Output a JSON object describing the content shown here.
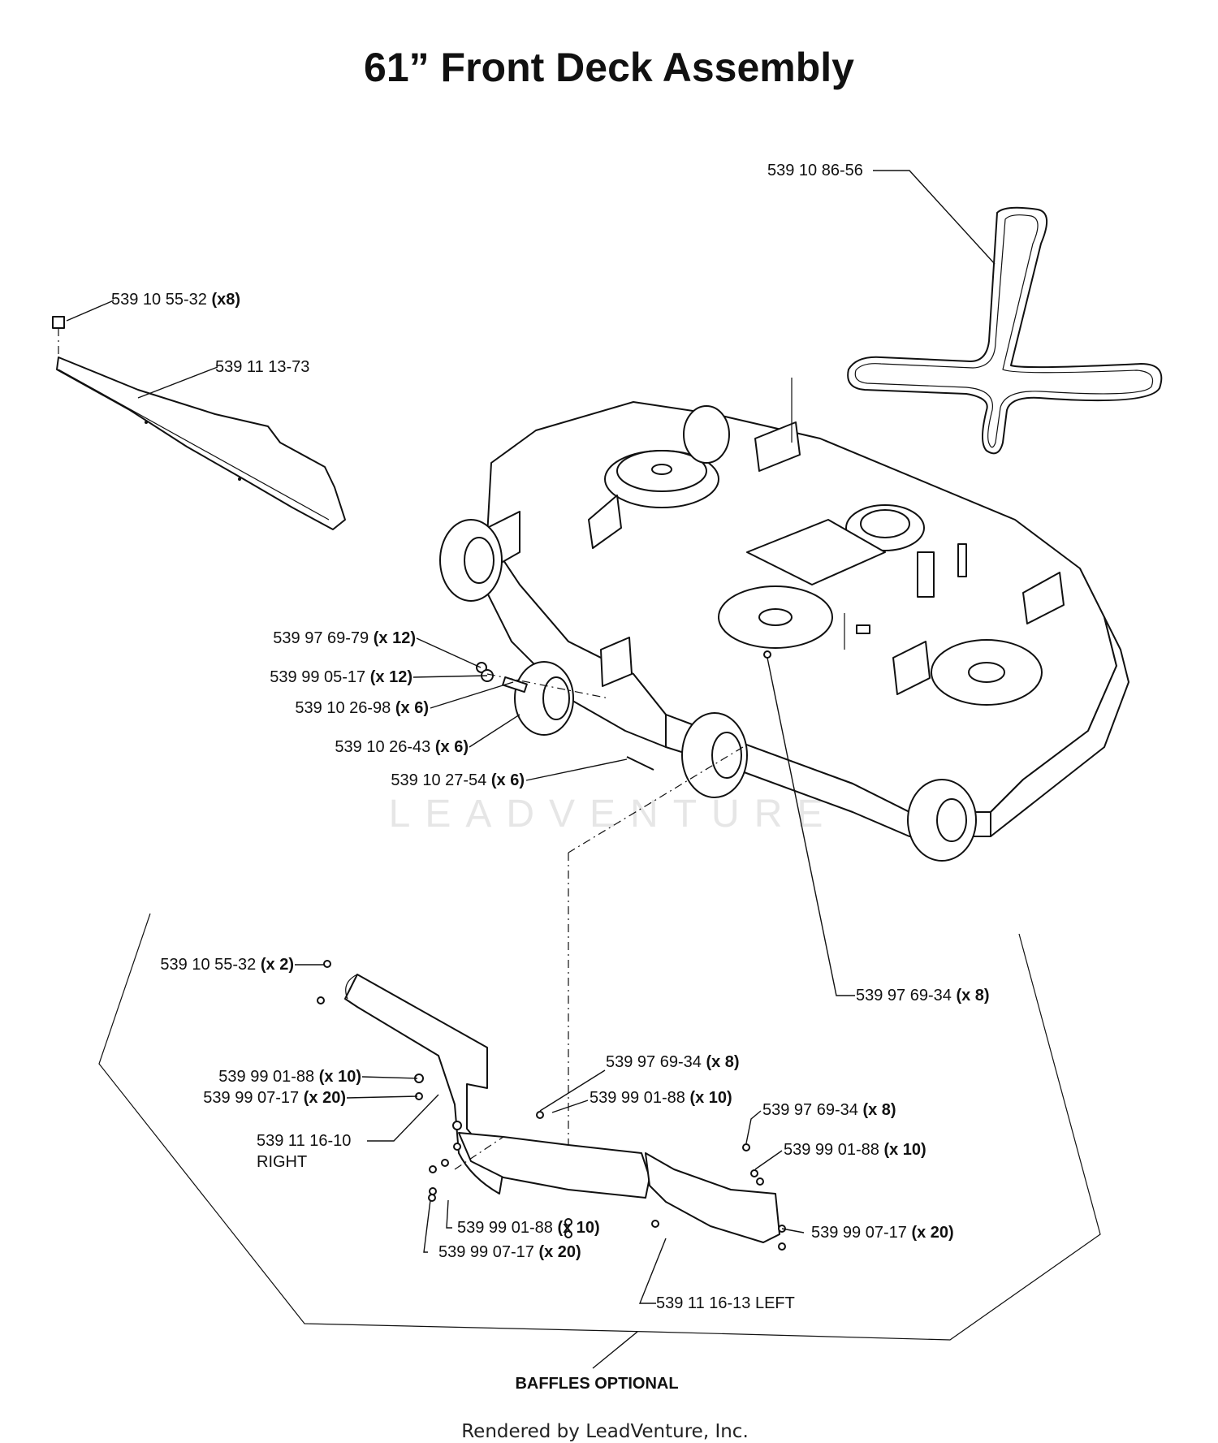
{
  "title": "61” Front Deck Assembly",
  "watermark": "LEADVENTURE",
  "footer": "Rendered by LeadVenture, Inc.",
  "callouts": [
    {
      "id": "belt",
      "part": "539 10 86-56",
      "qty": ""
    },
    {
      "id": "bolt-top",
      "part": "539 10 55-32",
      "qty": "(x8)"
    },
    {
      "id": "shield",
      "part": "539 11 13-73",
      "qty": ""
    },
    {
      "id": "nut-12",
      "part": "539 97 69-79",
      "qty": "(x 12)"
    },
    {
      "id": "washer-12",
      "part": "539 99 05-17",
      "qty": "(x 12)"
    },
    {
      "id": "spacer-6",
      "part": "539 10 26-98",
      "qty": "(x 6)"
    },
    {
      "id": "wheel-6",
      "part": "539 10 26-43",
      "qty": "(x 6)"
    },
    {
      "id": "bolt-6",
      "part": "539 10 27-54",
      "qty": "(x 6)"
    },
    {
      "id": "nut-8-deck",
      "part": "539 97 69-34",
      "qty": "(x 8)"
    },
    {
      "id": "bolt-2",
      "part": "539 10 55-32",
      "qty": "(x 2)"
    },
    {
      "id": "washer-10-right",
      "part": "539 99 01-88",
      "qty": "(x 10)"
    },
    {
      "id": "screw-20-right",
      "part": "539 99 07-17",
      "qty": "(x 20)"
    },
    {
      "id": "baffle-right",
      "part": "539 11 16-10",
      "qty": "",
      "sub": "RIGHT"
    },
    {
      "id": "nut-8-center",
      "part": "539 97 69-34",
      "qty": "(x 8)"
    },
    {
      "id": "washer-10-center",
      "part": "539 99 01-88",
      "qty": "(x 10)"
    },
    {
      "id": "nut-8-left",
      "part": "539 97 69-34",
      "qty": "(x 8)"
    },
    {
      "id": "washer-10-left",
      "part": "539 99 01-88",
      "qty": "(x 10)"
    },
    {
      "id": "washer-10-bottom",
      "part": "539 99 01-88",
      "qty": "(x 10)"
    },
    {
      "id": "screw-20-bottom",
      "part": "539 99 07-17",
      "qty": "(x 20)"
    },
    {
      "id": "screw-20-left",
      "part": "539 99 07-17",
      "qty": "(x 20)"
    },
    {
      "id": "baffle-left",
      "part": "539 11 16-13 LEFT",
      "qty": ""
    }
  ],
  "baffles_note": "BAFFLES OPTIONAL"
}
